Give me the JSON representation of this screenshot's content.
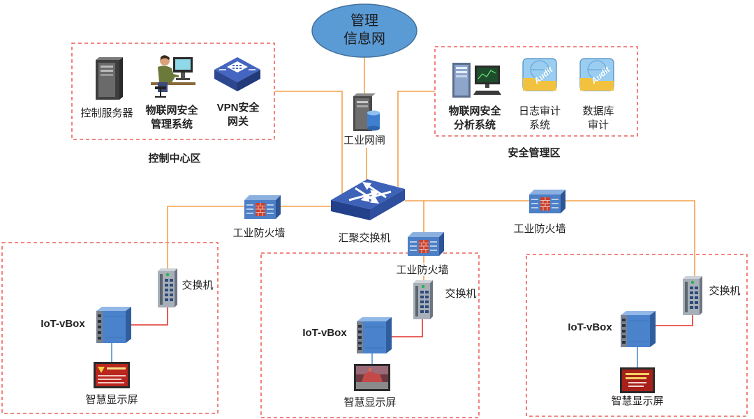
{
  "management_network": {
    "label_lines": [
      "管理",
      "信息网"
    ]
  },
  "control_zone": {
    "title": "控制中心区",
    "items": [
      {
        "icon": "server-tower-icon",
        "label_lines": [
          "控制服务器"
        ]
      },
      {
        "icon": "operator-workstation-icon",
        "label_lines": [
          "物联网安全",
          "管理系统"
        ]
      },
      {
        "icon": "vpn-gateway-icon",
        "label_lines": [
          "VPN安全",
          "网关"
        ]
      }
    ]
  },
  "security_zone": {
    "title": "安全管理区",
    "items": [
      {
        "icon": "analysis-workstation-icon",
        "label_lines": [
          "物联网安全",
          "分析系统"
        ]
      },
      {
        "icon": "audit-icon",
        "icon_text": "Audit",
        "label_lines": [
          "日志审计",
          "系统"
        ]
      },
      {
        "icon": "audit-icon",
        "icon_text": "Audit",
        "label_lines": [
          "数据库",
          "审计"
        ]
      }
    ]
  },
  "gatekeeper": {
    "icon": "gatekeeper-server-icon",
    "label": "工业网闸"
  },
  "core_switch": {
    "icon": "core-switch-icon",
    "label": "汇聚交换机"
  },
  "firewalls": [
    {
      "icon": "firewall-icon",
      "label": "工业防火墙"
    },
    {
      "icon": "firewall-icon",
      "label": "工业防火墙"
    },
    {
      "icon": "firewall-icon",
      "label": "工业防火墙"
    }
  ],
  "sites": [
    {
      "switch_label": "交换机",
      "gateway_label": "IoT-vBox",
      "display_label": "智慧显示屏"
    },
    {
      "switch_label": "交换机",
      "gateway_label": "IoT-vBox",
      "display_label": "智慧显示屏"
    },
    {
      "switch_label": "交换机",
      "gateway_label": "IoT-vBox",
      "display_label": "智慧显示屏"
    }
  ],
  "colors": {
    "uplink": "#F5A04C",
    "gateway_link": "#E0302A",
    "display_link": "#4C8FD0",
    "zone_border": "#E8403A",
    "network_cloud": "#5B9BD5"
  }
}
